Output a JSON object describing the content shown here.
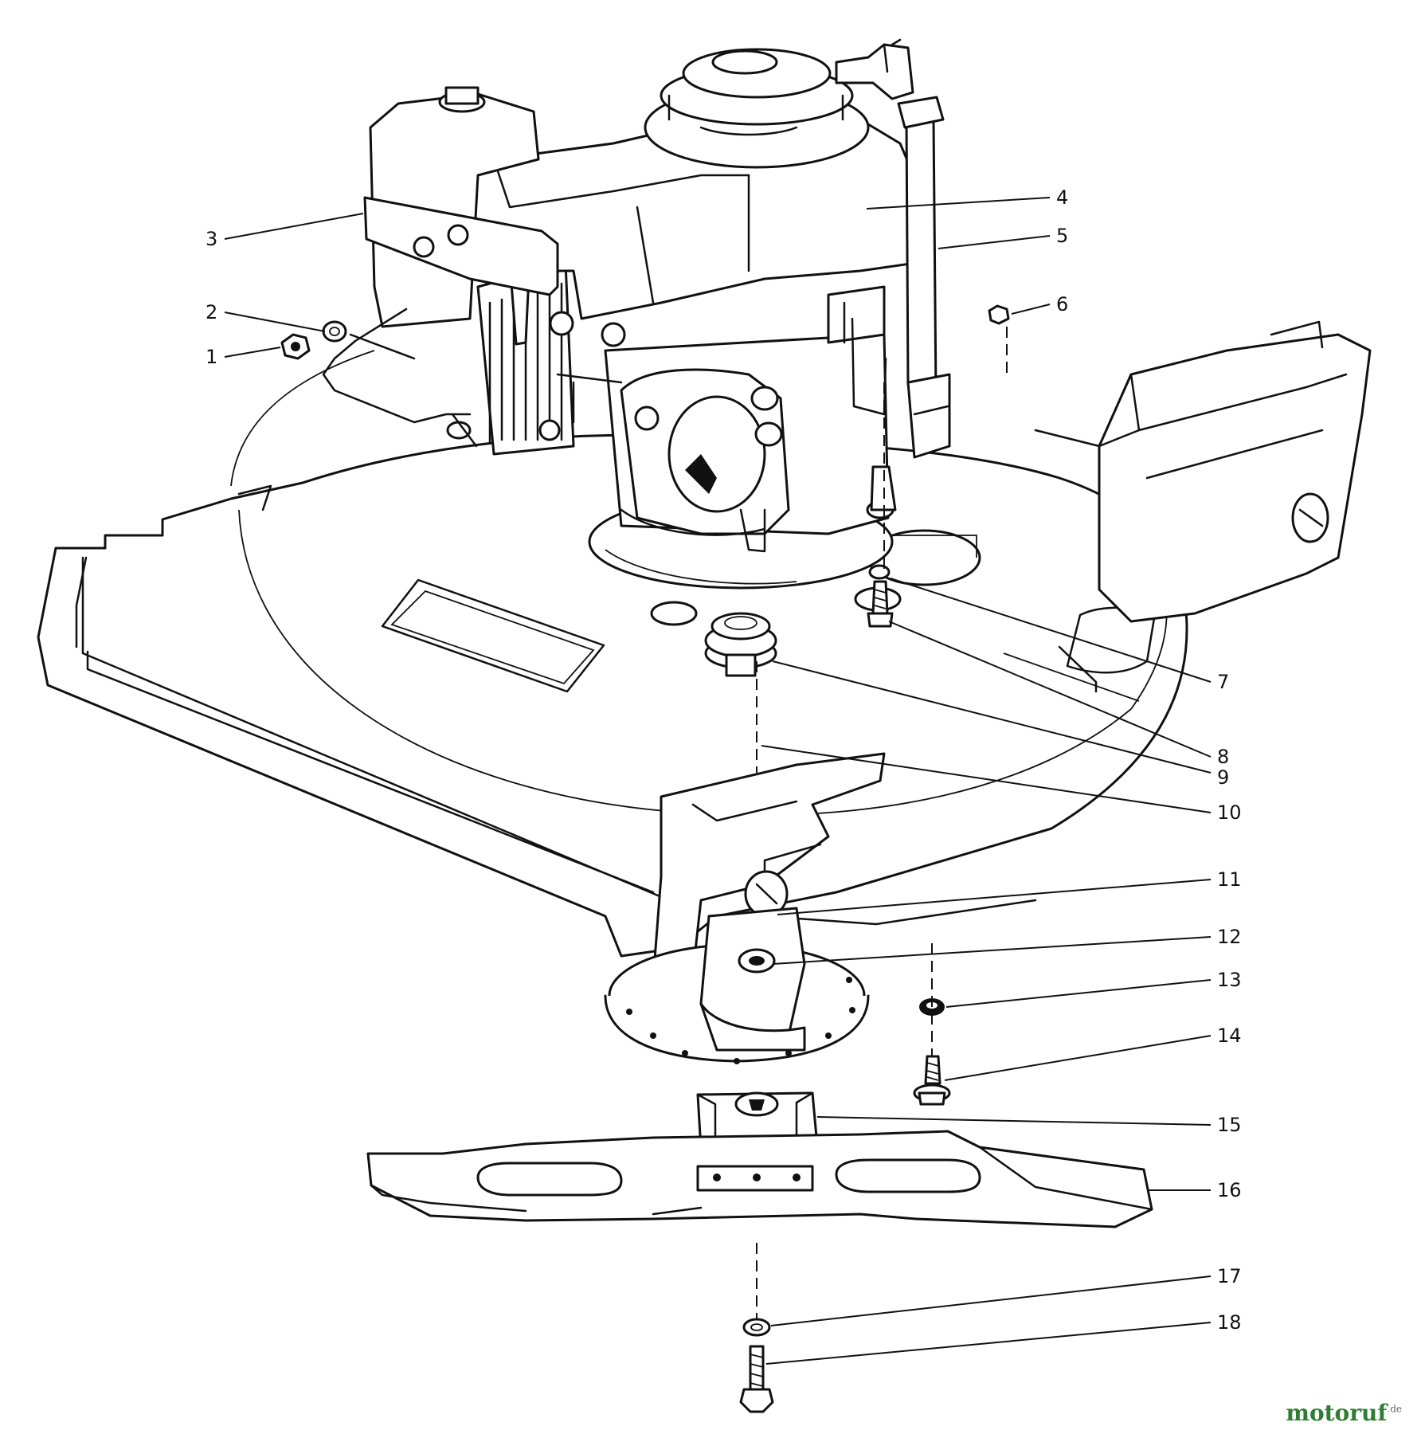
{
  "callouts": [
    {
      "id": 1,
      "label": "1"
    },
    {
      "id": 2,
      "label": "2"
    },
    {
      "id": 3,
      "label": "3"
    },
    {
      "id": 4,
      "label": "4"
    },
    {
      "id": 5,
      "label": "5"
    },
    {
      "id": 6,
      "label": "6"
    },
    {
      "id": 7,
      "label": "7"
    },
    {
      "id": 8,
      "label": "8"
    },
    {
      "id": 9,
      "label": "9"
    },
    {
      "id": 10,
      "label": "10"
    },
    {
      "id": 11,
      "label": "11"
    },
    {
      "id": 12,
      "label": "12"
    },
    {
      "id": 13,
      "label": "13"
    },
    {
      "id": 14,
      "label": "14"
    },
    {
      "id": 15,
      "label": "15"
    },
    {
      "id": 16,
      "label": "16"
    },
    {
      "id": 17,
      "label": "17"
    },
    {
      "id": 18,
      "label": "18"
    }
  ],
  "watermark": {
    "brand": "motoruf",
    "suffix": ".de"
  }
}
